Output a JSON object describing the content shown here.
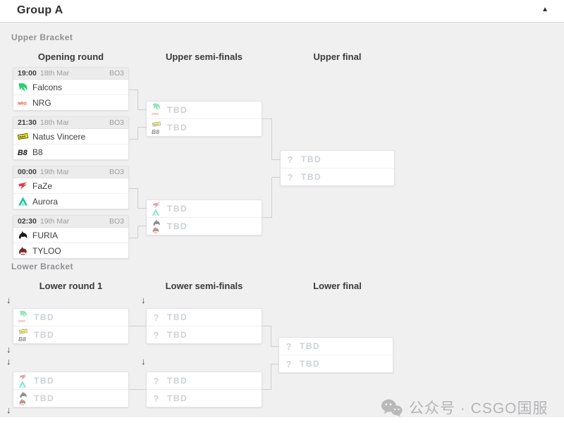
{
  "header": {
    "title": "Group A",
    "collapse_icon": "caret-up-icon"
  },
  "colors": {
    "panel_bg": "#f0f0f1",
    "card_border": "#e2e2e4",
    "connector": "#cfcfd1",
    "tbd_text": "#cdd1d5",
    "falcons_green": "#2ecc71",
    "nrg_red": "#e8442e",
    "navi_yellow": "#ffee00",
    "b8_black": "#161616",
    "faze_red": "#e43d4f",
    "aurora_teal": "#18c5a3",
    "furia_black": "#1b1b1b",
    "tyloo_red": "#7e2a2a",
    "watermark_gray": "#b4b4b6"
  },
  "upper_bracket": {
    "section_label": "Upper Bracket",
    "columns": [
      "Opening round",
      "Upper semi-finals",
      "Upper final"
    ],
    "opening_matches": [
      {
        "time": "19:00",
        "date": "18th Mar",
        "format": "BO3",
        "teams": [
          {
            "name": "Falcons",
            "icon": "falcons-logo"
          },
          {
            "name": "NRG",
            "icon": "nrg-logo"
          }
        ]
      },
      {
        "time": "21:30",
        "date": "18th Mar",
        "format": "BO3",
        "teams": [
          {
            "name": "Natus Vincere",
            "icon": "navi-logo"
          },
          {
            "name": "B8",
            "icon": "b8-logo"
          }
        ]
      },
      {
        "time": "00:00",
        "date": "19th Mar",
        "format": "BO3",
        "teams": [
          {
            "name": "FaZe",
            "icon": "faze-logo"
          },
          {
            "name": "Aurora",
            "icon": "aurora-logo"
          }
        ]
      },
      {
        "time": "02:30",
        "date": "19th Mar",
        "format": "BO3",
        "teams": [
          {
            "name": "FURIA",
            "icon": "furia-logo"
          },
          {
            "name": "TYLOO",
            "icon": "tyloo-logo"
          }
        ]
      }
    ],
    "semi_finals": [
      {
        "slots": [
          {
            "label": "TBD",
            "icons": [
              "falcons-logo",
              "nrg-logo"
            ]
          },
          {
            "label": "TBD",
            "icons": [
              "navi-logo",
              "b8-logo"
            ]
          }
        ]
      },
      {
        "slots": [
          {
            "label": "TBD",
            "icons": [
              "faze-logo",
              "aurora-logo"
            ]
          },
          {
            "label": "TBD",
            "icons": [
              "furia-logo",
              "tyloo-logo"
            ]
          }
        ]
      }
    ],
    "final": {
      "slots": [
        {
          "label": "TBD",
          "icons": [
            "question-icon"
          ]
        },
        {
          "label": "TBD",
          "icons": [
            "question-icon"
          ]
        }
      ]
    }
  },
  "lower_bracket": {
    "section_label": "Lower Bracket",
    "columns": [
      "Lower round 1",
      "Lower semi-finals",
      "Lower final"
    ],
    "drop_arrow_icon": "drop-arrow-icon",
    "round1": [
      {
        "slots": [
          {
            "label": "TBD",
            "icons": [
              "falcons-logo",
              "nrg-logo"
            ]
          },
          {
            "label": "TBD",
            "icons": [
              "navi-logo",
              "b8-logo"
            ]
          }
        ]
      },
      {
        "slots": [
          {
            "label": "TBD",
            "icons": [
              "faze-logo",
              "aurora-logo"
            ]
          },
          {
            "label": "TBD",
            "icons": [
              "furia-logo",
              "tyloo-logo"
            ]
          }
        ]
      }
    ],
    "semi_finals": [
      {
        "slots": [
          {
            "label": "TBD",
            "icons": [
              "question-icon"
            ]
          },
          {
            "label": "TBD",
            "icons": [
              "question-icon"
            ]
          }
        ]
      },
      {
        "slots": [
          {
            "label": "TBD",
            "icons": [
              "question-icon"
            ]
          },
          {
            "label": "TBD",
            "icons": [
              "question-icon"
            ]
          }
        ]
      }
    ],
    "final": {
      "slots": [
        {
          "label": "TBD",
          "icons": [
            "question-icon"
          ]
        },
        {
          "label": "TBD",
          "icons": [
            "question-icon"
          ]
        }
      ]
    }
  },
  "watermark": {
    "icon": "wechat-icon",
    "text": "公众号 · CSGO国服"
  }
}
